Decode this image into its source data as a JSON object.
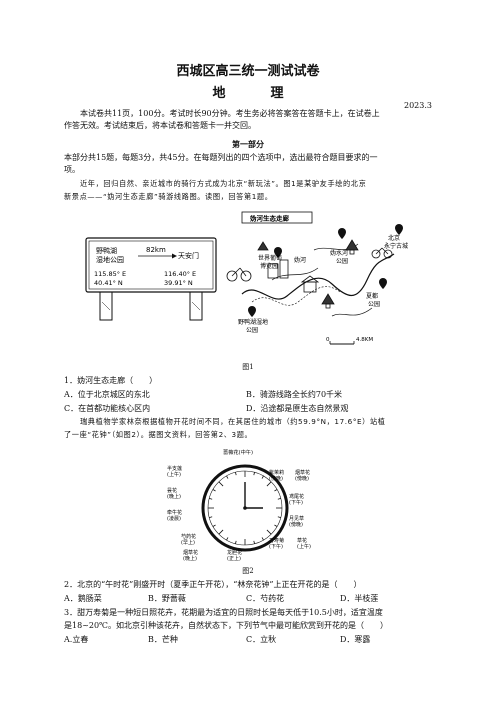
{
  "header": {
    "title": "西城区高三统一测试试卷",
    "subject": "地　理",
    "date": "2023.3"
  },
  "intro": {
    "line1": "本试卷共11页，100分。考试时长90分钟。考生务必将答案答在答题卡上，在试卷上",
    "line2": "作答无效。考试结束后，将本试卷和答题卡一并交回。"
  },
  "part_one": {
    "heading": "第一部分",
    "line1": "本部分共15题，每题3分，共45分。在每题列出的四个选项中，选出最符合题目要求的一",
    "line2": "项。"
  },
  "passage1": {
    "line1": "近年，回归自然、亲近城市的骑行方式成为北京“新玩法”。图1是某驴友手绘的北京",
    "line2": "新景点——“妫河生态走廊”骑游线路图。读图，回答第1题。"
  },
  "figure1": {
    "map_title": "妫河生态走廊",
    "sign_left_name_1": "野鸭湖",
    "sign_left_name_2": "湿地公园",
    "sign_distance": "82km",
    "sign_right_name": "天安门",
    "sign_left_lon": "115.85° E",
    "sign_left_lat": "40.41° N",
    "sign_right_lon": "116.40° E",
    "sign_right_lat": "39.91° N",
    "label_guishui_1": "妫水河",
    "label_guishui_2": "公园",
    "label_wetland_1": "世界葡萄",
    "label_wetland_2": "博览园",
    "label_guihe": "妫河",
    "label_park_1": "夏都",
    "label_park_2": "公园",
    "label_yeya_1": "野鸭湖湿地",
    "label_yeya_2": "公园",
    "label_north_1": "北",
    "label_north_2": "京",
    "label_yongning": "永宁古城",
    "scale_zero": "0",
    "scale_text": "4.8KM",
    "caption": "图1"
  },
  "q1": {
    "stem": "1．妫河生态走廊（　　）",
    "a": "A．位于北京城区的东北",
    "b": "B．骑游线路全长约70千米",
    "c": "C．在首都功能核心区内",
    "d": "D．沿途都是原生态自然景观"
  },
  "passage2": {
    "line1": "瑞典植物学家林奈根据植物开花时间不同，在其居住的城市（约59.9°N，17.6°E）站植",
    "line2": "了一座“花钟”（如图2）。据图文资料，回答第2、3题。"
  },
  "figure2": {
    "top_1": "蔷薇花(中午)",
    "left_1a": "半支莲",
    "left_1b": "(上午)",
    "left_2a": "昙花",
    "left_2b": "(晚上)",
    "left_3a": "牵牛花",
    "left_3b": "(凌晨)",
    "left_4a": "芍药花",
    "left_4b": "(早上)",
    "left_5a": "烟草花",
    "left_5b": "(晚上)",
    "bottom_1a": "龙胆花",
    "bottom_1b": "(正上)",
    "right_1a": "紫茉莉",
    "right_1b": "(傍晚)",
    "right_2a": "烟草花",
    "right_2b": "(傍晚)",
    "right_3a": "鸢尾花",
    "right_3b": "(下午)",
    "right_4a": "月见草",
    "right_4b": "(傍晚)",
    "right_5a": "万寿菊",
    "right_5b": "(下午)",
    "right_6a": "草花",
    "right_6b": "(上午)",
    "caption": "图2"
  },
  "q2": {
    "stem": "2．北京的“午时花”刚盛开时（夏季正午开花），“林奈花钟”上正在开花的是（　　）",
    "a": "A．鹅肠菜",
    "b": "B．野蔷薇",
    "c": "C．芍药花",
    "d": "D．半枝莲"
  },
  "q3": {
    "line1": "3．甜万寿菊是一种短日照花卉，花期最为适宜的日照时长是每天低于10.5小时，适宜温度",
    "line2": "是18~20℃。如北京引种该花卉，自然状态下，下列节气中最可能欣赏到开花的是（　　）",
    "a": "A.立春",
    "b": "B．芒种",
    "c": "C．立秋",
    "d": "D．寒露"
  }
}
